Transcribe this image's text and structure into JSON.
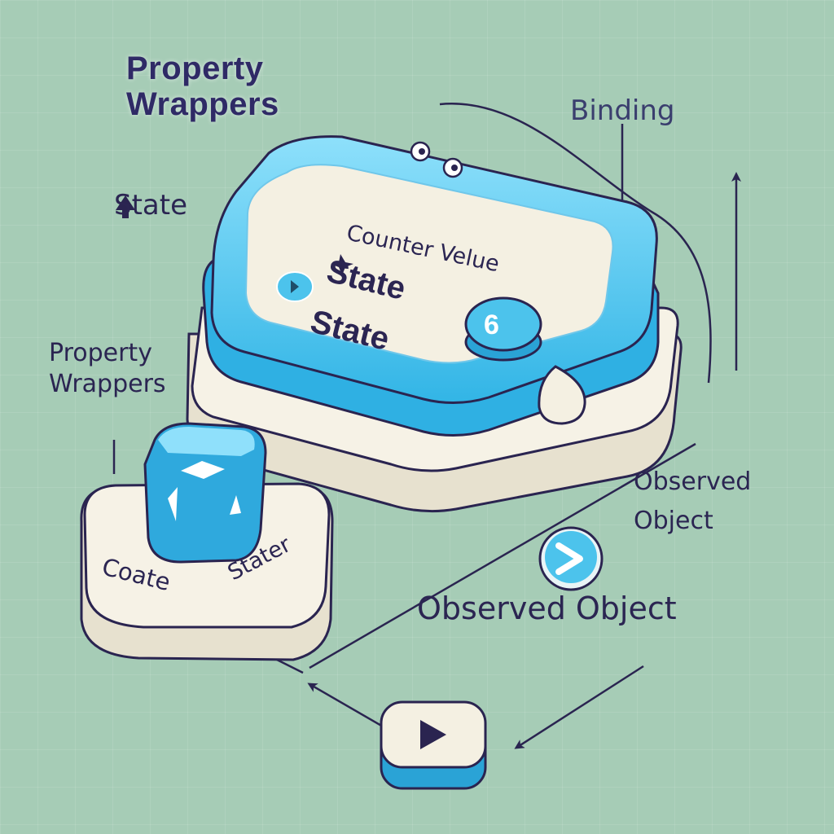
{
  "title_line1": "Property",
  "title_line2": "Wrappers",
  "label_state_top": "State",
  "label_binding": "Binding",
  "label_property_wrappers_left_line1": "Property",
  "label_property_wrappers_left_line2": "Wrappers",
  "card": {
    "counter_label": "Counter Velue",
    "state_line1": "State",
    "state_line2": "State",
    "counter_value": "6"
  },
  "label_observed_right_line1": "Observed",
  "label_observed_right_line2": "Object",
  "label_observed_main": "Observed Object",
  "cube_platform": {
    "left_label": "Coate",
    "right_label": "Stater"
  },
  "icons": {
    "up_arrow": "up-arrow-icon",
    "sparkle": "sparkle-icon",
    "chevron": "chevron-right-icon",
    "play": "play-icon",
    "cube": "cube-icon"
  },
  "colors": {
    "background": "#a6ccb6",
    "accent_blue": "#4cc3ec",
    "panel_cream": "#f4f0e2",
    "ink": "#2b2552"
  }
}
